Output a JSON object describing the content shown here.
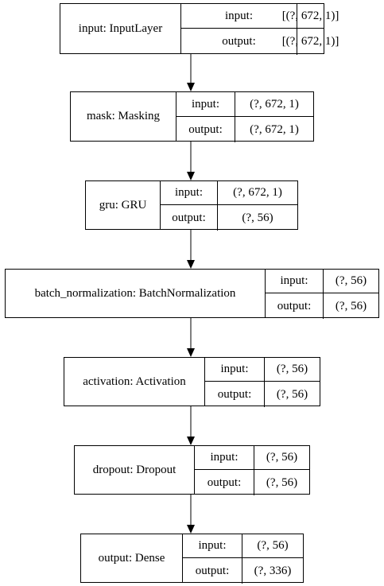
{
  "colors": {
    "stroke": "#000000",
    "background": "#ffffff"
  },
  "nodes": [
    {
      "id": "input",
      "name": "input: InputLayer",
      "rows": [
        {
          "key": "input:",
          "value": "[(?, 672, 1)]"
        },
        {
          "key": "output:",
          "value": "[(?, 672, 1)]"
        }
      ]
    },
    {
      "id": "mask",
      "name": "mask: Masking",
      "rows": [
        {
          "key": "input:",
          "value": "(?, 672, 1)"
        },
        {
          "key": "output:",
          "value": "(?, 672, 1)"
        }
      ]
    },
    {
      "id": "gru",
      "name": "gru: GRU",
      "rows": [
        {
          "key": "input:",
          "value": "(?, 672, 1)"
        },
        {
          "key": "output:",
          "value": "(?, 56)"
        }
      ]
    },
    {
      "id": "batch_normalization",
      "name": "batch_normalization: BatchNormalization",
      "rows": [
        {
          "key": "input:",
          "value": "(?, 56)"
        },
        {
          "key": "output:",
          "value": "(?, 56)"
        }
      ]
    },
    {
      "id": "activation",
      "name": "activation: Activation",
      "rows": [
        {
          "key": "input:",
          "value": "(?, 56)"
        },
        {
          "key": "output:",
          "value": "(?, 56)"
        }
      ]
    },
    {
      "id": "dropout",
      "name": "dropout: Dropout",
      "rows": [
        {
          "key": "input:",
          "value": "(?, 56)"
        },
        {
          "key": "output:",
          "value": "(?, 56)"
        }
      ]
    },
    {
      "id": "output",
      "name": "output: Dense",
      "rows": [
        {
          "key": "input:",
          "value": "(?, 56)"
        },
        {
          "key": "output:",
          "value": "(?, 336)"
        }
      ]
    }
  ],
  "edges": [
    [
      "input",
      "mask"
    ],
    [
      "mask",
      "gru"
    ],
    [
      "gru",
      "batch_normalization"
    ],
    [
      "batch_normalization",
      "activation"
    ],
    [
      "activation",
      "dropout"
    ],
    [
      "dropout",
      "output"
    ]
  ]
}
